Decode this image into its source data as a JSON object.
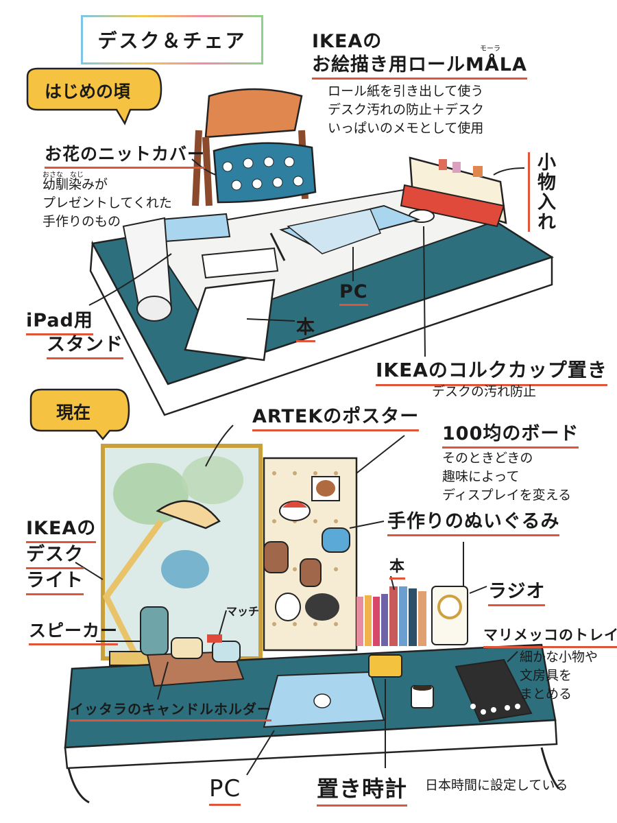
{
  "title": "デスク＆チェア",
  "before": {
    "heading": "はじめの頃",
    "mala_line1": "IKEAの",
    "mala_line2": "お絵描き用ロールMÅLA",
    "mala_ruby": "モーラ",
    "mala_note": [
      "ロール紙を引き出して使う",
      "デスク汚れの防止＋デスク",
      "いっぱいのメモとして使用"
    ],
    "knit_cover": "お花のニットカバー",
    "knit_ruby": "おさな　なじ",
    "knit_note": [
      "幼馴染みが",
      "プレゼントしてくれた",
      "手作りのもの"
    ],
    "small_items": "小物入れ",
    "ipad_stand_line1": "iPad用",
    "ipad_stand_line2": "スタンド",
    "book": "本",
    "pc": "PC",
    "cork_coaster": "IKEAのコルクカップ置き",
    "cork_note": "デスクの汚れ防止"
  },
  "now": {
    "heading": "現在",
    "poster": "ARTEKのポスター",
    "board": "100均のボード",
    "board_note": [
      "そのときどきの",
      "趣味によって",
      "ディスプレイを変える"
    ],
    "plush": "手作りのぬいぐるみ",
    "lamp_line1": "IKEAの",
    "lamp_line2": "デスク",
    "lamp_line3": "ライト",
    "book": "本",
    "radio": "ラジオ",
    "speaker": "スピーカー",
    "match": "マッチ",
    "tray": "マリメッコのトレイ",
    "tray_note": [
      "細かな小物や",
      "文房具を",
      "まとめる"
    ],
    "candle": "イッタラのキャンドルホルダー",
    "pc": "PC",
    "clock": "置き時計",
    "clock_note": "日本時間に設定している"
  },
  "colors": {
    "desk_teal": "#2e6f7d",
    "accent_red": "#e0553a",
    "bubble_yellow": "#f5c242",
    "chair_orange": "#e0864f",
    "wood": "#d6a35f",
    "light_blue": "#a9d6ee"
  }
}
